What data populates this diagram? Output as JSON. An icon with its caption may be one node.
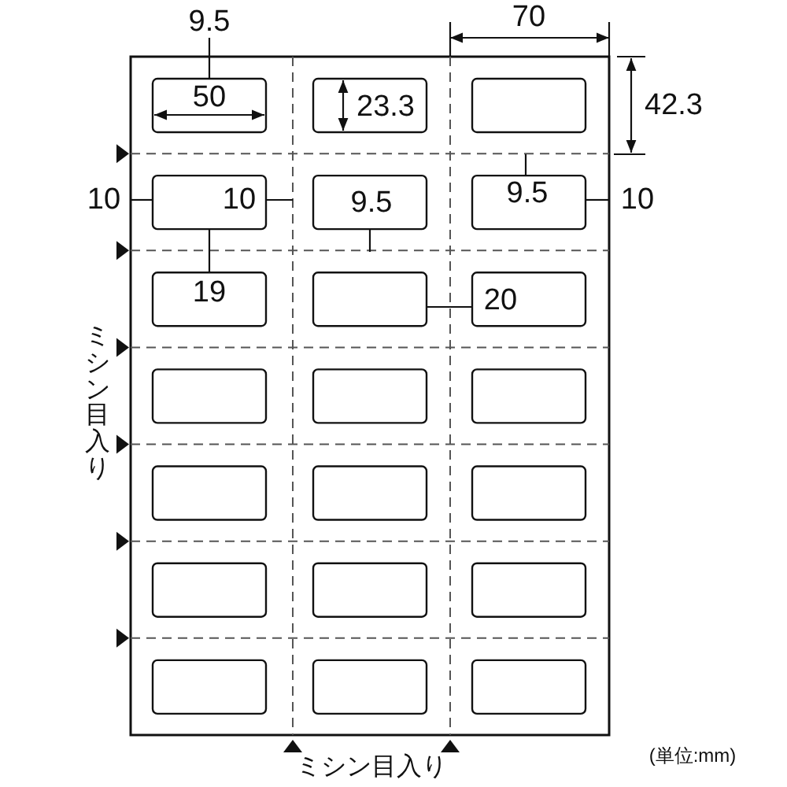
{
  "diagram": {
    "labels": [
      "9.5",
      "70",
      "50",
      "23.3",
      "42.3",
      "10",
      "10",
      "9.5",
      "9.5",
      "10",
      "19",
      "20",
      "ミシン目入り",
      "ミシン目入り",
      "(単位:mm)"
    ]
  }
}
